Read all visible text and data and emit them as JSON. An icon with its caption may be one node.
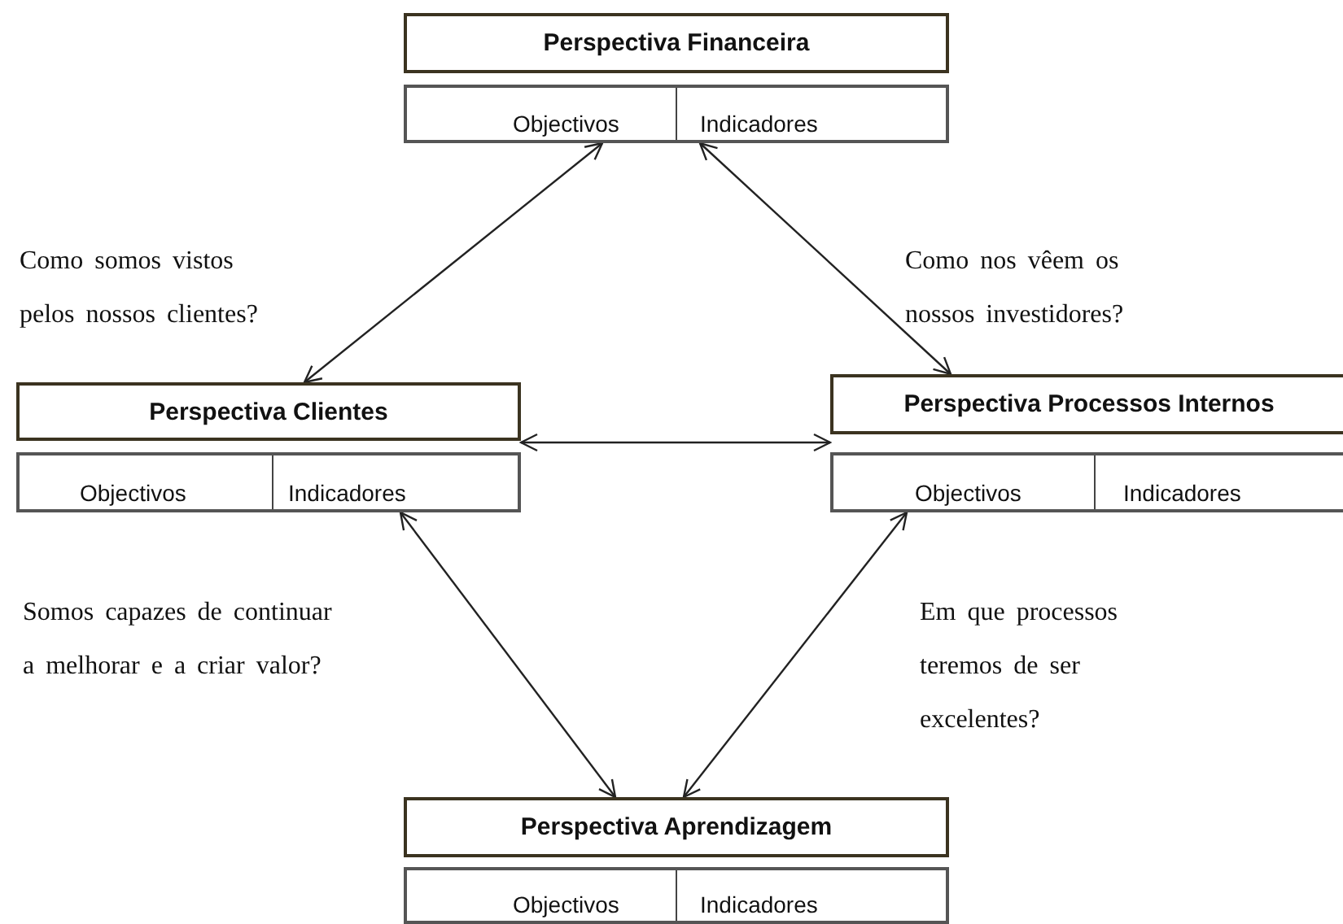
{
  "diagram": {
    "nodes": [
      {
        "text": [
          "Perspectiva Financeira",
          "Objectivos",
          "Indicadores"
        ]
      },
      {
        "text": [
          "Perspectiva Clientes",
          "Objectivos",
          "Indicadores"
        ]
      },
      {
        "text": [
          "Perspectiva Processos Internos",
          "Objectivos",
          "Indicadores"
        ]
      },
      {
        "text": [
          "Perspectiva Aprendizagem",
          "Objectivos",
          "Indicadores"
        ]
      }
    ],
    "edges": [
      {
        "from": 0,
        "to": 1,
        "arrow": "both"
      },
      {
        "from": 0,
        "to": 2,
        "arrow": "both"
      },
      {
        "from": 1,
        "to": 2,
        "arrow": "both"
      },
      {
        "from": 1,
        "to": 3,
        "arrow": "both"
      },
      {
        "from": 2,
        "to": 3,
        "arrow": "both"
      }
    ],
    "labels": [
      "Como somos vistos pelos nossos clientes?",
      "Como nos vêem os nossos investidores?",
      "Somos capazes de continuar a melhorar e a criar valor?",
      "Em que processos teremos de ser excelentes?"
    ]
  }
}
